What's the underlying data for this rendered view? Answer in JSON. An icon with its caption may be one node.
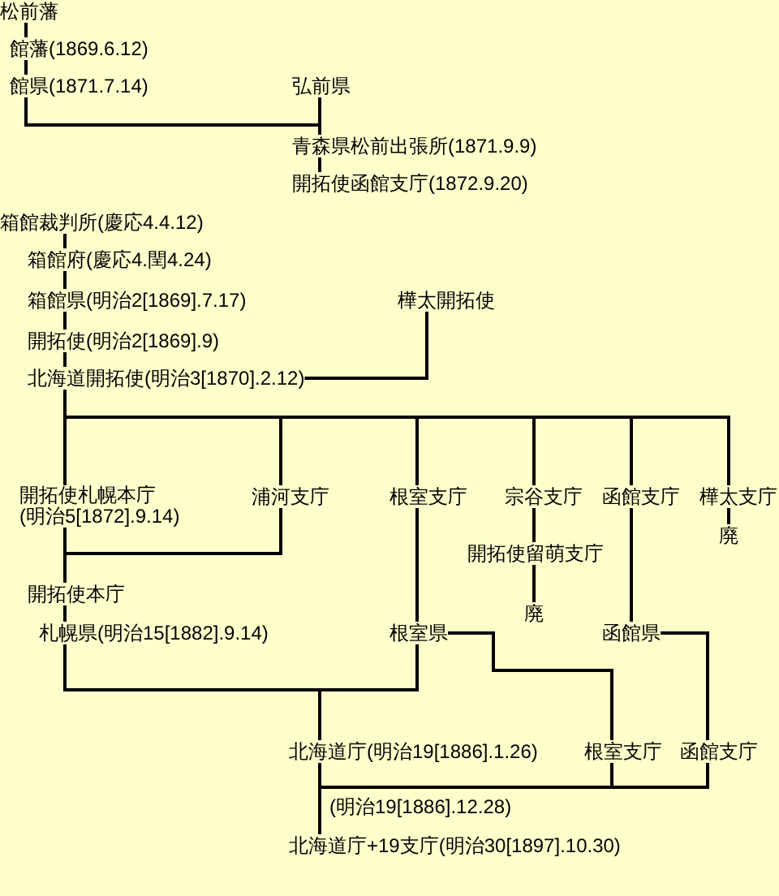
{
  "diagram": {
    "nodes": [
      {
        "text": [
          "松前藩"
        ]
      },
      {
        "text": [
          "館藩(1869.6.12)"
        ]
      },
      {
        "text": [
          "館県(1871.7.14)"
        ]
      },
      {
        "text": [
          "弘前県"
        ]
      },
      {
        "text": [
          "青森県松前出張所(1871.9.9)"
        ]
      },
      {
        "text": [
          "開拓使函館支庁(1872.9.20)"
        ]
      },
      {
        "text": [
          "箱館裁判所(慶応4.4.12)"
        ]
      },
      {
        "text": [
          "箱館府(慶応4.閏4.24)"
        ]
      },
      {
        "text": [
          "箱館県(明治2[1869].7.17)"
        ]
      },
      {
        "text": [
          "樺太開拓使"
        ]
      },
      {
        "text": [
          "開拓使(明治2[1869].9)"
        ]
      },
      {
        "text": [
          "北海道開拓使(明治3[1870].2.12)"
        ]
      },
      {
        "text": [
          "開拓使札幌本庁",
          "(明治5[1872].9.14)"
        ]
      },
      {
        "text": [
          "浦河支庁"
        ]
      },
      {
        "text": [
          "根室支庁"
        ]
      },
      {
        "text": [
          "宗谷支庁"
        ]
      },
      {
        "text": [
          "函館支庁"
        ]
      },
      {
        "text": [
          "樺太支庁"
        ]
      },
      {
        "text": [
          "廃"
        ]
      },
      {
        "text": [
          "開拓使留萌支庁"
        ]
      },
      {
        "text": [
          "開拓使本庁"
        ]
      },
      {
        "text": [
          "廃"
        ]
      },
      {
        "text": [
          "札幌県(明治15[1882].9.14)"
        ]
      },
      {
        "text": [
          "根室県"
        ]
      },
      {
        "text": [
          "函館県"
        ]
      },
      {
        "text": [
          "北海道庁(明治19[1886].1.26)"
        ]
      },
      {
        "text": [
          "根室支庁"
        ]
      },
      {
        "text": [
          "函館支庁"
        ]
      },
      {
        "text": [
          "北海道庁+19支庁(明治30[1897].10.30)"
        ]
      }
    ],
    "edges": [
      {
        "from": 0,
        "to": 1,
        "arrow": "none"
      },
      {
        "from": 1,
        "to": 2,
        "arrow": "none"
      },
      {
        "from": 2,
        "to": 4,
        "arrow": "none"
      },
      {
        "from": 3,
        "to": 4,
        "arrow": "none"
      },
      {
        "from": 4,
        "to": 5,
        "arrow": "none"
      },
      {
        "from": 6,
        "to": 7,
        "arrow": "none"
      },
      {
        "from": 7,
        "to": 8,
        "arrow": "none"
      },
      {
        "from": 8,
        "to": 10,
        "arrow": "none"
      },
      {
        "from": 10,
        "to": 11,
        "arrow": "none"
      },
      {
        "from": 9,
        "to": 11,
        "arrow": "none"
      },
      {
        "from": 11,
        "to": 12,
        "arrow": "none"
      },
      {
        "from": 11,
        "to": 13,
        "arrow": "none"
      },
      {
        "from": 11,
        "to": 14,
        "arrow": "none"
      },
      {
        "from": 11,
        "to": 15,
        "arrow": "none"
      },
      {
        "from": 11,
        "to": 16,
        "arrow": "none"
      },
      {
        "from": 11,
        "to": 17,
        "arrow": "none"
      },
      {
        "from": 17,
        "to": 18,
        "arrow": "none"
      },
      {
        "from": 15,
        "to": 19,
        "arrow": "none"
      },
      {
        "from": 19,
        "to": 21,
        "arrow": "none"
      },
      {
        "from": 12,
        "to": 20,
        "arrow": "none"
      },
      {
        "from": 13,
        "to": 20,
        "arrow": "none"
      },
      {
        "from": 20,
        "to": 22,
        "arrow": "none"
      },
      {
        "from": 22,
        "to": 25,
        "arrow": "none"
      },
      {
        "from": 23,
        "to": 25,
        "arrow": "none"
      },
      {
        "from": 14,
        "to": 23,
        "arrow": "none"
      },
      {
        "from": 16,
        "to": 24,
        "arrow": "none"
      },
      {
        "from": 23,
        "to": 26,
        "arrow": "none"
      },
      {
        "from": 24,
        "to": 27,
        "arrow": "none"
      },
      {
        "from": 25,
        "to": 28,
        "label": "(明治19[1886].12.28)",
        "arrow": "none"
      },
      {
        "from": 26,
        "to": 28,
        "arrow": "none"
      },
      {
        "from": 27,
        "to": 28,
        "arrow": "none"
      }
    ]
  }
}
